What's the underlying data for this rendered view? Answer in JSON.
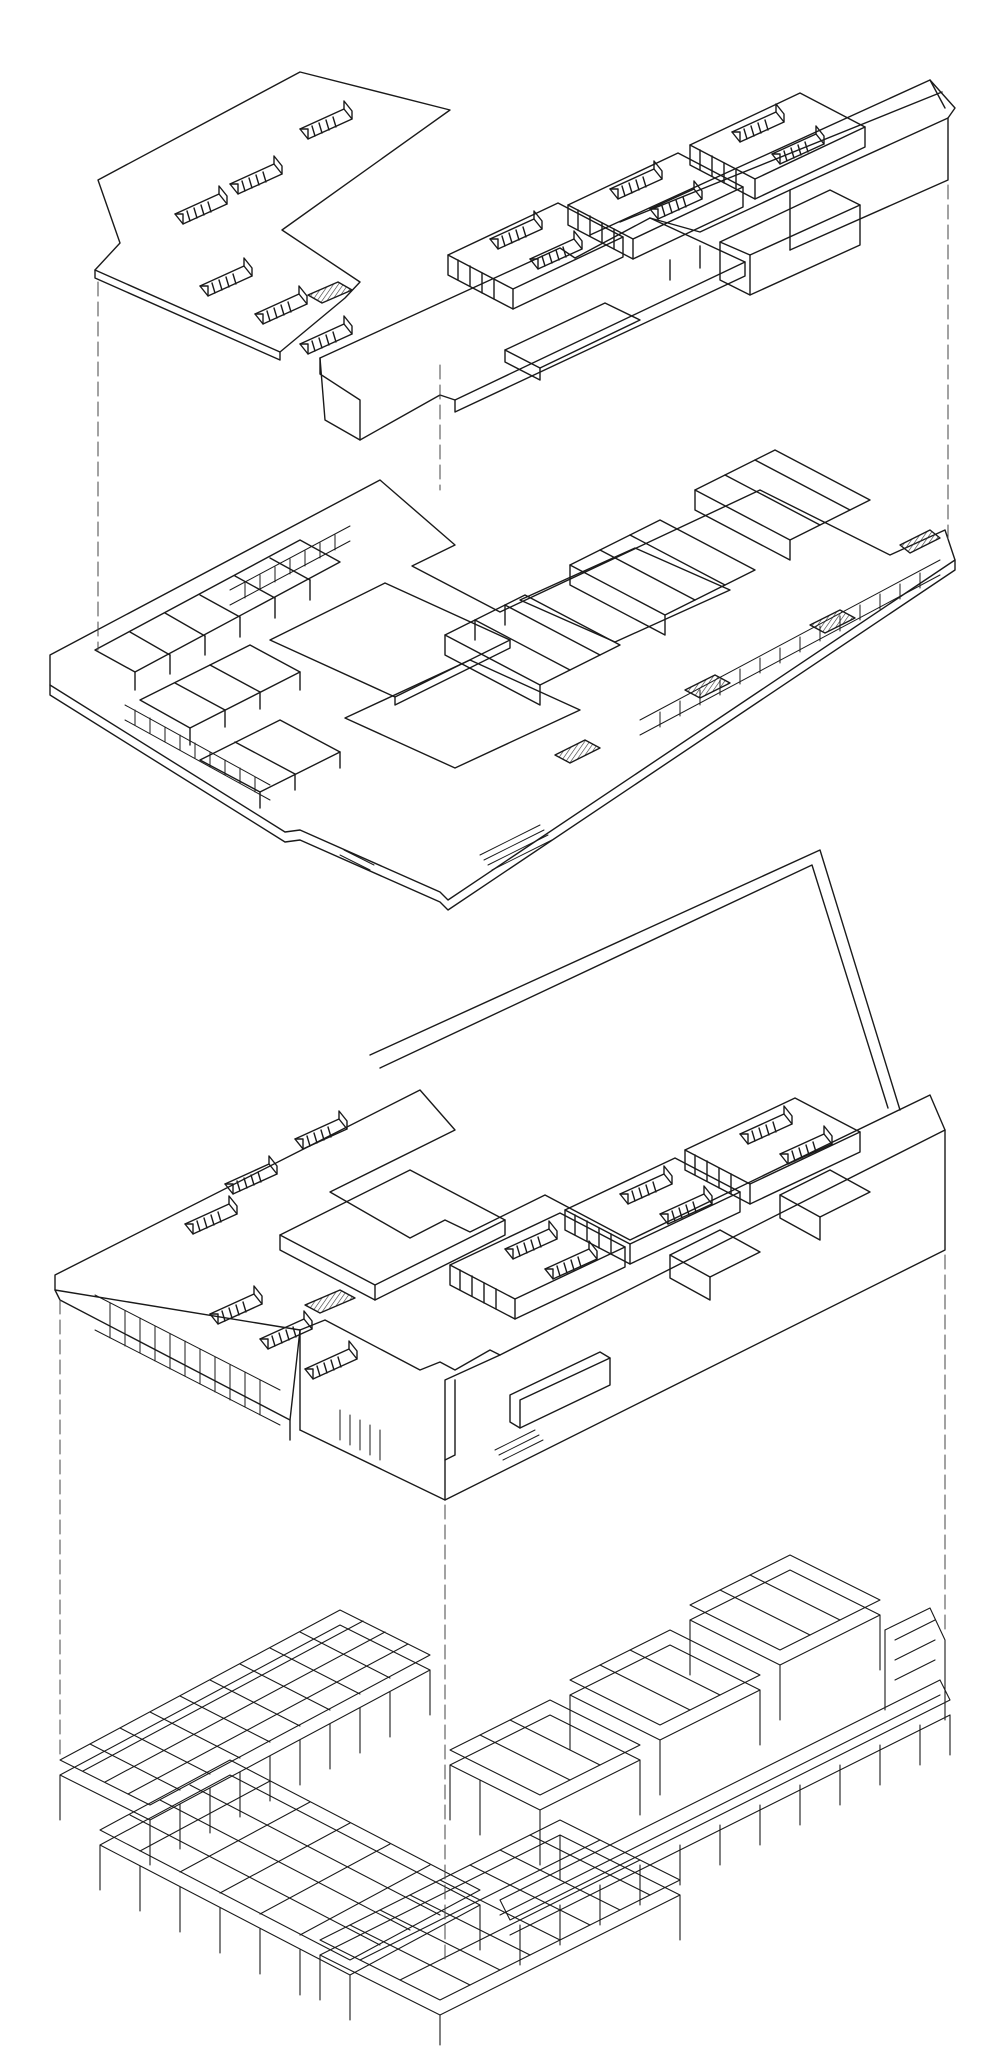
{
  "diagram": {
    "kind": "exploded axonometric drawing",
    "labels": [],
    "layers": [
      {
        "id": "roof",
        "name": ""
      },
      {
        "id": "floor-plan",
        "name": ""
      },
      {
        "id": "massing",
        "name": ""
      },
      {
        "id": "structure",
        "name": ""
      }
    ]
  },
  "colors": {
    "background": "#ffffff",
    "line": "#1a1a1a",
    "hatch": "#333333",
    "guide": "#444444"
  }
}
